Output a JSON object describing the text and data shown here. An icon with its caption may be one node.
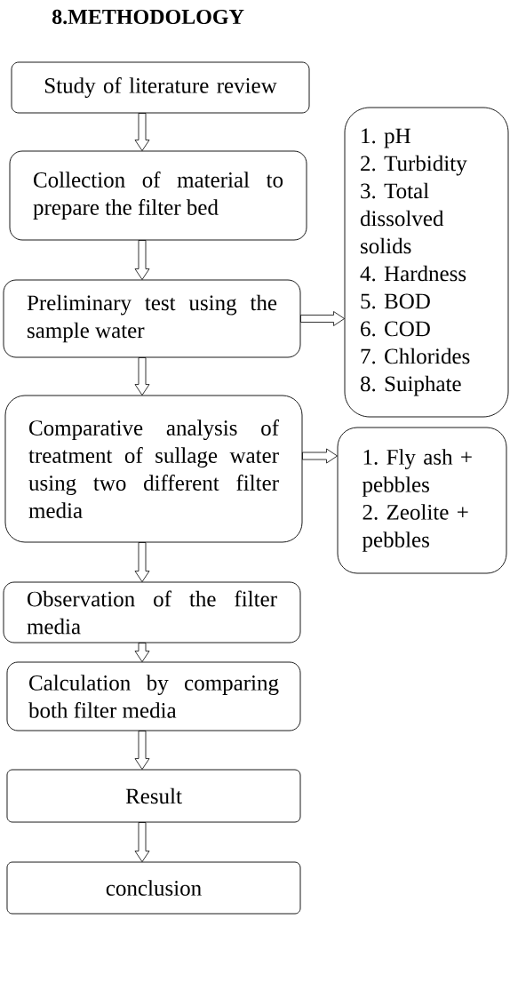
{
  "diagram": {
    "title": "8.METHODOLOGY",
    "nodes": [
      {
        "text": [
          "Study of literature review"
        ]
      },
      {
        "text": [
          "Collection of material to prepare the filter bed"
        ]
      },
      {
        "text": [
          "Preliminary test using the sample water"
        ]
      },
      {
        "text": [
          "1. pH",
          "2. Turbidity",
          "3. Total dissolved solids",
          "4. Hardness",
          "5. BOD",
          "6. COD",
          "7. Chlorides",
          "8. Suiphate"
        ]
      },
      {
        "text": [
          "Comparative analysis of treatment of sullage water using two different filter media"
        ]
      },
      {
        "text": [
          "1. Fly ash + pebbles",
          "2. Zeolite + pebbles"
        ]
      },
      {
        "text": [
          "Observation of the filter media"
        ]
      },
      {
        "text": [
          "Calculation by comparing both filter media"
        ]
      },
      {
        "text": [
          "Result"
        ]
      },
      {
        "text": [
          "conclusion"
        ]
      }
    ],
    "edges": [
      {
        "from": 0,
        "to": 1,
        "arrow": "to"
      },
      {
        "from": 1,
        "to": 2,
        "arrow": "to"
      },
      {
        "from": 2,
        "to": 3,
        "arrow": "to"
      },
      {
        "from": 2,
        "to": 4,
        "arrow": "to"
      },
      {
        "from": 4,
        "to": 5,
        "arrow": "to"
      },
      {
        "from": 4,
        "to": 6,
        "arrow": "to"
      },
      {
        "from": 6,
        "to": 7,
        "arrow": "to"
      },
      {
        "from": 7,
        "to": 8,
        "arrow": "to"
      },
      {
        "from": 8,
        "to": 9,
        "arrow": "to"
      }
    ]
  }
}
